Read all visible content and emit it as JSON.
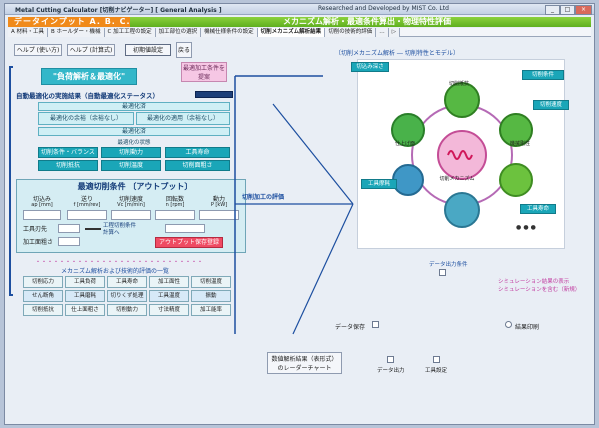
{
  "window": {
    "title": "Metal Cutting Calculator [切削ナビゲーター] [ General Analysis ]",
    "credit": "Researched and Developed by MIST Co. Ltd",
    "min": "_",
    "max": "□",
    "close": "×"
  },
  "banner": {
    "input_tab": "データインプット  A. B. C.",
    "title": "メカニズム解析・最適条件算出・物理特性評価"
  },
  "tabs": [
    "A 材料・工具",
    "B ホールダー・機械",
    "C 加工工程の設定",
    "加工部位の選択",
    "機械仕様条件の設定",
    "切削メカニズム解析結果",
    "切削の技術的評価",
    "…",
    "▷"
  ],
  "left": {
    "btn1": "ヘルプ (使い方)",
    "btn2": "ヘルプ (計算式)",
    "btn3": "初期値設定",
    "btn4": "戻る",
    "pink_note": "最適加工条件を\n提案",
    "main_button": "\"負荷解析＆最適化\"",
    "section_title": "自動最適化の実施結果（自動最適化ステータス）",
    "status1": "最適化済",
    "status_left": "最適化の余裕（余裕なし）",
    "status_right": "最適化の適用（余裕なし）",
    "status3": "最適化済",
    "status_sub": "最適化の状態",
    "grid": [
      [
        "切削条件・バランス",
        "切削動力",
        "工具寿命"
      ],
      [
        "切削抵抗",
        "切削温度",
        "切削面粗さ"
      ]
    ],
    "output_title": "最適切削条件 〔アウトプット〕",
    "out_headers": [
      "切込み",
      "送り",
      "切削速度",
      "回転数",
      "動力"
    ],
    "out_units": [
      "ap [mm]",
      "f [mm/rev]",
      "Vc [m/min]",
      "n [rpm]",
      "P [kW]"
    ],
    "label_a": "工具刃先",
    "label_b": "加工面粗さ",
    "arrow_text": "工程切削条件\n計算へ",
    "red_button": "アウトプット保存登録",
    "caption1": "メカニズム解析および技術的評価の一覧",
    "grid2": [
      [
        "切削応力",
        "工具負荷",
        "工具寿命",
        "加工面性",
        "切削温度"
      ],
      [
        "せん断角",
        "工具磨耗",
        "切りくず処理",
        "工具温度",
        "振動"
      ],
      [
        "切削抵抗",
        "仕上面粗さ",
        "切削動力",
        "寸法精度",
        "加工能率"
      ]
    ]
  },
  "right": {
    "title_note": "〔切削メカニズム解析 ― 切削特性とモデル〕",
    "label_left_mid": "切削加工の評価",
    "nodes": [
      "切込み深さ",
      "切削条件",
      "切削速度",
      "工具摩耗",
      "工具寿命",
      "切削抵抗",
      "仕上げ面",
      "機械剛性"
    ],
    "center": "切削メカニズム",
    "tri_dot": "● ● ●",
    "note1": "データ出力条件",
    "note2": "シミュレーション結果の表示",
    "note3": "シミュレーションを含む（新規）",
    "chk1": "データ保存",
    "chk2": "結果印刷",
    "bottom_btn": "数値解析結果（表形式）\nのレーダーチャート",
    "chk3": "データ出力",
    "chk4": "工具設定"
  }
}
